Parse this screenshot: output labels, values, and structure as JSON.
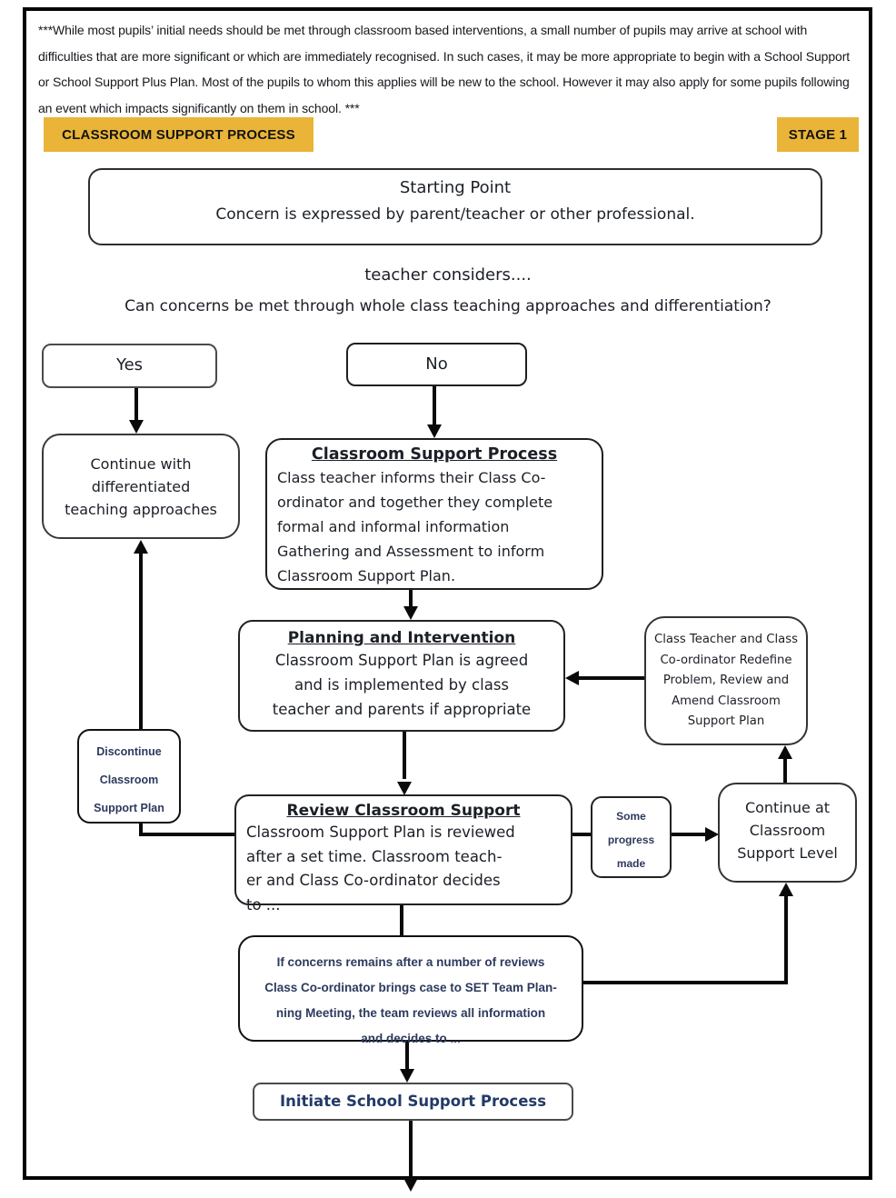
{
  "note": {
    "text": "***While most pupils’ initial needs should be met through classroom based interventions, a small number of pupils may arrive at school with difficulties that are more significant or which are immediately recognised. In such cases, it may be more appropriate to begin with a School Support or School Support Plus Plan. Most of the pupils to whom this applies will be new to the school. However it may also apply for some pupils following an event which impacts significantly on them in school. ***"
  },
  "banner": {
    "left": "CLASSROOM SUPPORT PROCESS",
    "right": "STAGE 1"
  },
  "flow": {
    "starting": {
      "title": "Starting Point",
      "body": "Concern is expressed by parent/teacher or other professional."
    },
    "teacher_considers": "teacher considers....",
    "question": "Can concerns be met through whole class teaching approaches and differentiation?",
    "yes_label": "Yes",
    "no_label": "No",
    "continue_differentiated": "Continue with\ndifferentiated\nteaching approaches",
    "csp": {
      "title": "Classroom Support Process",
      "body": "Class teacher informs their Class Co-\nordinator and together they complete\nformal and informal information\nGathering and Assessment to inform\nClassroom Support Plan."
    },
    "planning": {
      "title": "Planning and Intervention",
      "body": "Classroom Support Plan is agreed\nand is implemented by class\nteacher and parents if appropriate"
    },
    "redefine": "Class Teacher and Class\nCo-ordinator Redefine\nProblem, Review and\nAmend Classroom\nSupport Plan",
    "discontinue": "Discontinue\nClassroom\nSupport Plan",
    "review": {
      "title": "Review Classroom Support",
      "body": "Classroom Support Plan is reviewed\nafter a set time. Classroom teach-\ner and Class Co-ordinator decides\nto ..."
    },
    "some_progress": "Some\nprogress\nmade",
    "continue_level": "Continue at\nClassroom\nSupport Level",
    "if_concerns": "If concerns remains after a number of  reviews\nClass Co-ordinator brings case to SET Team Plan-\nning Meeting, the team reviews all information\nand decides to ...",
    "initiate": "Initiate School Support Process"
  },
  "colors": {
    "banner_bg": "#E9B438",
    "ink": "#1b1f26"
  }
}
